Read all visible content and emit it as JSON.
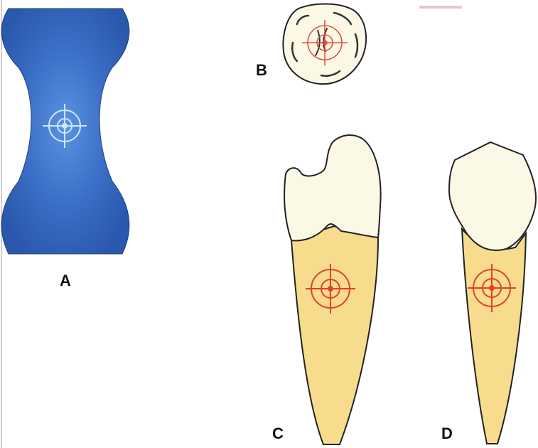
{
  "panels": [
    {
      "id": "A",
      "label": "A"
    },
    {
      "id": "B",
      "label": "B"
    },
    {
      "id": "C",
      "label": "C"
    },
    {
      "id": "D",
      "label": "D"
    }
  ],
  "colors": {
    "film_fill_edge": "#2f5fb8",
    "film_fill_center": "#4f86d6",
    "target_light": "#cfe6ff",
    "target_red": "#e0412e",
    "enamel": "#fbf8e6",
    "root_dentin": "#f7dc8e",
    "outline": "#222222"
  },
  "icons": [
    "crosshair-target-icon"
  ]
}
